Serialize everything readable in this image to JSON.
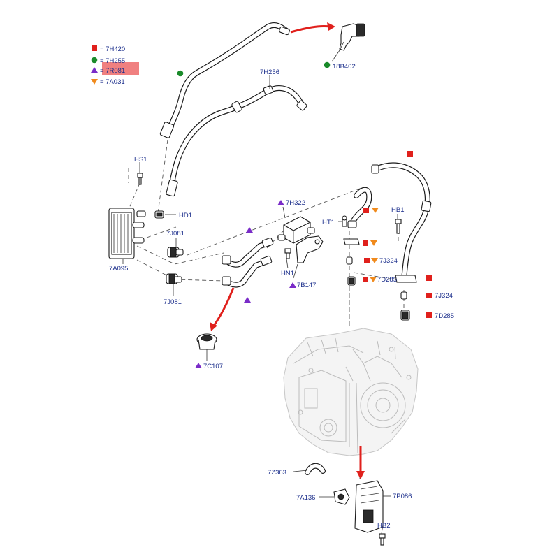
{
  "legend": [
    {
      "shape": "square",
      "color": "#e0201c",
      "label": "= 7H420"
    },
    {
      "shape": "circle",
      "color": "#1a8a2a",
      "label": "= 7H255"
    },
    {
      "shape": "triangle-up",
      "color": "#7a2cc8",
      "label": "= 7R081",
      "highlight": "#f08080"
    },
    {
      "shape": "triangle-down",
      "color": "#f08a1c",
      "label": "= 7A031"
    }
  ],
  "colors": {
    "square": "#e0201c",
    "circle": "#1a8a2a",
    "triangle_up": "#7a2cc8",
    "triangle_down": "#f08a1c",
    "label_text": "#1c2f8c",
    "arrow": "#e0201c"
  },
  "labels": {
    "p18B402": "18B402",
    "p7H256": "7H256",
    "pHS1": "HS1",
    "pHD1": "HD1",
    "p7J081a": "7J081",
    "p7J081b": "7J081",
    "p7A095": "7A095",
    "p7H322": "7H322",
    "pHT1": "HT1",
    "pHB1": "HB1",
    "pHN1": "HN1",
    "p7B147": "7B147",
    "p7J324a": "7J324",
    "p7D285a": "7D285",
    "p7J324b": "7J324",
    "p7D285b": "7D285",
    "p7C107": "7C107",
    "p7Z363": "7Z363",
    "p7A136": "7A136",
    "p7P086": "7P086",
    "pHB2": "HB2"
  }
}
